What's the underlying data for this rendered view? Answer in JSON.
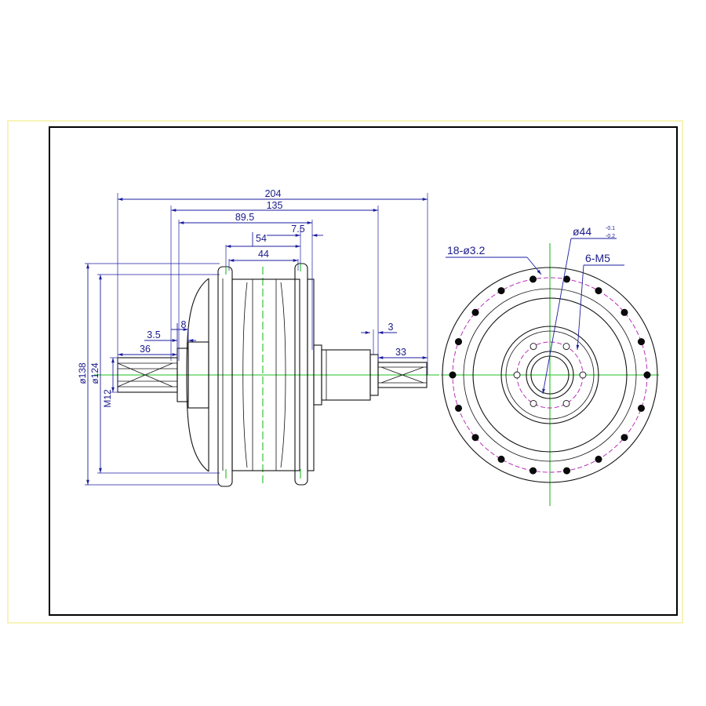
{
  "side_view": {
    "dims": {
      "overall_length": "204",
      "flange_width": "135",
      "half_length": "89.5",
      "offset_7_5": "7.5",
      "rim_width": "54",
      "inner_width": "44",
      "axle_step_3_5": "3.5",
      "axle_step_8": "8",
      "left_axle_length": "36",
      "right_axle_gap": "3",
      "right_axle_length": "33",
      "flange_diameter": "ø138",
      "hole_circle_diameter": "ø124",
      "axle_thread": "M12"
    }
  },
  "front_view": {
    "callouts": {
      "spoke_holes": "18-ø3.2",
      "bore": "ø44",
      "bore_tol_upper": "-0.1",
      "bore_tol_lower": "-0.2",
      "mount_holes": "6-M5"
    }
  },
  "colors": {
    "dimension": "#1e1ea0",
    "centerline": "#1fbf1f",
    "pitch_circle": "#b01fb0",
    "outline": "#111111",
    "outer_border": "#f3f0a0"
  }
}
